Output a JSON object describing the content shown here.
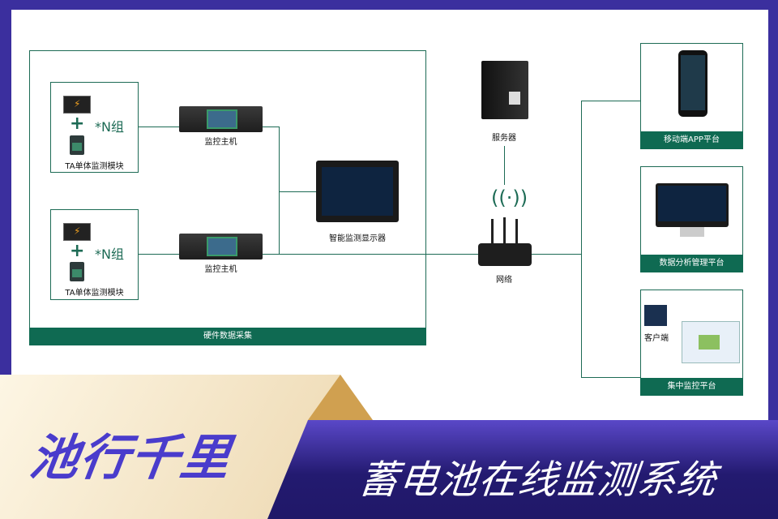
{
  "hardware": {
    "title": "硬件数据采集",
    "groups": [
      {
        "multiplier": "*N组",
        "module_label": "TA单体监测模块",
        "host_label": "监控主机"
      },
      {
        "multiplier": "*N组",
        "module_label": "TA单体监测模块",
        "host_label": "监控主机"
      }
    ],
    "display_label": "智能监测显示器"
  },
  "network": {
    "server_label": "服务器",
    "router_label": "网络"
  },
  "platforms": [
    {
      "label": "移动端APP平台"
    },
    {
      "label": "数据分析管理平台"
    },
    {
      "label": "集中监控平台",
      "client_label": "客户端"
    }
  ],
  "banner": {
    "brand": "池行千里",
    "title": "蓄电池在线监测系统"
  },
  "colors": {
    "frame": "#3b2f9e",
    "accent": "#0f6a52",
    "brand_text": "#4a3ccc"
  }
}
